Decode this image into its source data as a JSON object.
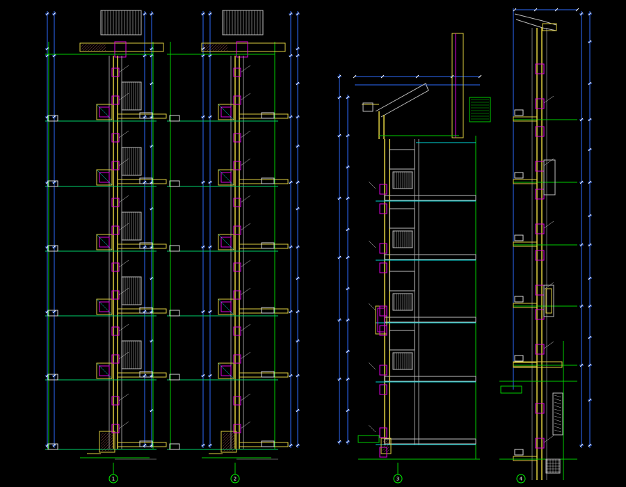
{
  "colors": {
    "background": "#000000",
    "dim": "#2e6bff",
    "tick": "#ffffff",
    "struct": "#00d000",
    "wall": "#e0d040",
    "window": "#e000e0",
    "slab": "#00d8d8",
    "rail": "#c0c0c0",
    "text": "#d8d8d8",
    "marker": "#00ff00"
  },
  "drawing": {
    "sections": [
      {
        "id": "section-1",
        "number": "1",
        "tags": [
          "",
          "",
          "",
          "",
          ""
        ],
        "note_label": ""
      },
      {
        "id": "section-2",
        "number": "2",
        "tags": [
          "",
          "",
          "",
          "",
          ""
        ],
        "note_label": ""
      },
      {
        "id": "section-3",
        "number": "3",
        "tags": [
          "",
          "",
          "",
          ""
        ],
        "note_label": ""
      },
      {
        "id": "section-4",
        "number": "4",
        "tags": [
          "",
          "",
          "",
          "",
          ""
        ],
        "note_label": ""
      }
    ]
  }
}
